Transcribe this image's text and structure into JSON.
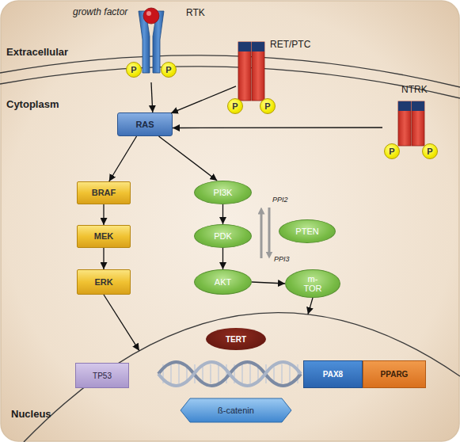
{
  "diagram": {
    "nodes": [
      {
        "text": [
          "RTK"
        ]
      },
      {
        "text": [
          "P"
        ],
        "in": 0
      },
      {
        "text": [
          "P"
        ],
        "in": 0
      },
      {
        "text": [
          "RET/PTC"
        ]
      },
      {
        "text": [
          "P"
        ],
        "in": 3
      },
      {
        "text": [
          "P"
        ],
        "in": 3
      },
      {
        "text": [
          "NTRK"
        ]
      },
      {
        "text": [
          "P"
        ],
        "in": 6
      },
      {
        "text": [
          "P"
        ],
        "in": 6
      },
      {
        "text": [
          "RAS"
        ]
      },
      {
        "text": [
          "BRAF"
        ]
      },
      {
        "text": [
          "PI3K"
        ]
      },
      {
        "text": [
          "PTEN"
        ]
      },
      {
        "text": [
          "MEK"
        ]
      },
      {
        "text": [
          "PDK"
        ]
      },
      {
        "text": [
          "ERK"
        ]
      },
      {
        "text": [
          "AKT"
        ]
      },
      {
        "text": [
          "m-TOR"
        ]
      },
      {
        "text": [
          "Nucleus"
        ]
      },
      {
        "text": [
          "TERT"
        ],
        "in": 18
      },
      {
        "text": [
          "TP53"
        ],
        "in": 18
      },
      {
        "text": [
          "PAX8"
        ],
        "in": 18
      },
      {
        "text": [
          "PPARG"
        ],
        "in": 18
      },
      {
        "text": [
          "ß-catenin"
        ],
        "in": 18
      }
    ],
    "edges": [
      {
        "from": 0,
        "to": 9,
        "arrow": "to"
      },
      {
        "from": 3,
        "to": 9,
        "arrow": "to"
      },
      {
        "from": 6,
        "to": 9,
        "arrow": "to"
      },
      {
        "from": 9,
        "to": 10,
        "arrow": "to"
      },
      {
        "from": 9,
        "to": 11,
        "arrow": "to"
      },
      {
        "from": 10,
        "to": 13,
        "arrow": "to"
      },
      {
        "from": 13,
        "to": 15,
        "arrow": "to"
      },
      {
        "from": 11,
        "to": 14,
        "arrow": "to"
      },
      {
        "from": 14,
        "to": 16,
        "arrow": "to"
      },
      {
        "from": 16,
        "to": 17,
        "arrow": "to"
      },
      {
        "from": 15,
        "to": 18,
        "arrow": "to"
      },
      {
        "from": 17,
        "to": 18,
        "arrow": "to"
      }
    ],
    "labels": [
      "growth factor",
      "Extracellular",
      "Cytoplasm",
      "PPI2",
      "PPI3"
    ]
  }
}
